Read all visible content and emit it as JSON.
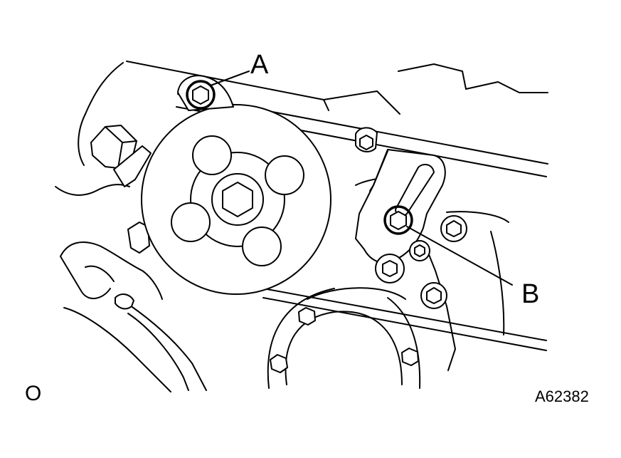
{
  "callouts": {
    "a": "A",
    "b": "B"
  },
  "corner_mark": "O",
  "figure_number": "A62382",
  "colors": {
    "line": "#000000",
    "background": "#ffffff"
  }
}
